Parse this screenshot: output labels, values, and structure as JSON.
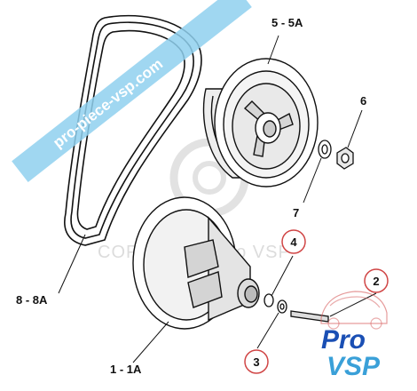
{
  "diagram": {
    "parts": [
      {
        "id": "belt",
        "label": "8 - 8A"
      },
      {
        "id": "driven-pulley",
        "label": "5 - 5A"
      },
      {
        "id": "drive-pulley",
        "label": "1  - 1A"
      },
      {
        "id": "washer",
        "label": "7"
      },
      {
        "id": "nut",
        "label": "6"
      }
    ],
    "callouts": [
      {
        "id": "shaft",
        "label": "2"
      },
      {
        "id": "spacer-washer",
        "label": "3"
      },
      {
        "id": "spacer-ring",
        "label": "4"
      }
    ],
    "watermark": {
      "banner": "pro-piece-vsp.com",
      "copyright": "COPYRIGHT  Pro  VSP"
    },
    "logo": {
      "line1": "Pro",
      "line2": "VSP"
    },
    "colors": {
      "banner": "#8fd0ee",
      "callout_circle": "#d04545",
      "logo_blue": "#1a4fb4",
      "logo_cyan": "#3aa0d8",
      "watermark": "#dcdcdc"
    }
  }
}
